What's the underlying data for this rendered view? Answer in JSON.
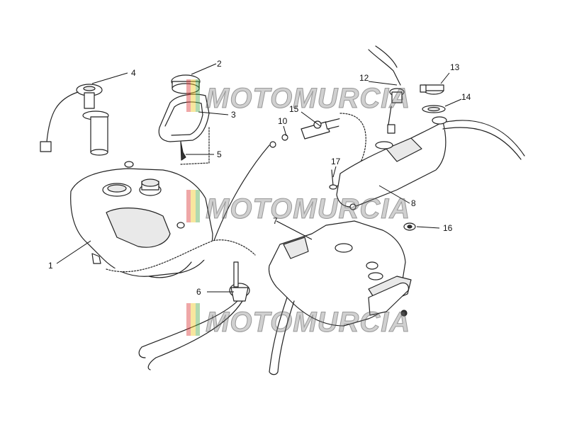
{
  "diagram": {
    "callouts": [
      "1",
      "2",
      "3",
      "4",
      "5",
      "6",
      "7",
      "8",
      "10",
      "12",
      "13",
      "14",
      "15",
      "16",
      "17"
    ]
  },
  "watermark": {
    "text": "MOTOMURCIA",
    "colors": {
      "red": "#dc3c3c",
      "yellow": "#f0c828",
      "green": "#50aa50"
    }
  }
}
